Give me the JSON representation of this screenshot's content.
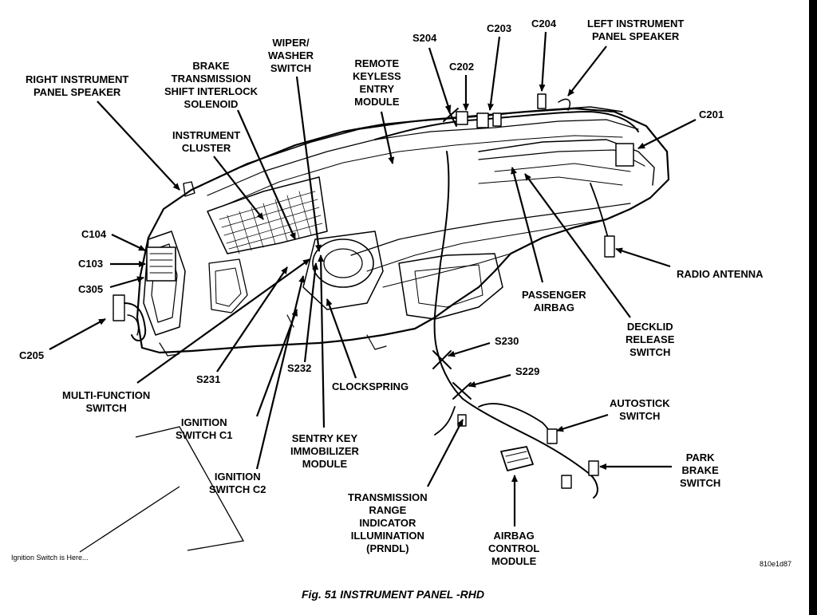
{
  "caption": "Fig. 51 INSTRUMENT PANEL -RHD",
  "figure_code": "810e1d87",
  "note": "Ignition Switch is Here...",
  "labels": {
    "right_speaker": [
      "RIGHT INSTRUMENT",
      "PANEL SPEAKER"
    ],
    "brake_shift": [
      "BRAKE",
      "TRANSMISSION",
      "SHIFT INTERLOCK",
      "SOLENOID"
    ],
    "wiper": [
      "WIPER/",
      "WASHER",
      "SWITCH"
    ],
    "keyless": [
      "REMOTE",
      "KEYLESS",
      "ENTRY",
      "MODULE"
    ],
    "s204": [
      "S204"
    ],
    "c202": [
      "C202"
    ],
    "c203": [
      "C203"
    ],
    "c204": [
      "C204"
    ],
    "left_speaker": [
      "LEFT INSTRUMENT",
      "PANEL SPEAKER"
    ],
    "c201": [
      "C201"
    ],
    "cluster": [
      "INSTRUMENT",
      "CLUSTER"
    ],
    "c104": [
      "C104"
    ],
    "c103": [
      "C103"
    ],
    "c305": [
      "C305"
    ],
    "c205": [
      "C205"
    ],
    "radio_antenna": [
      "RADIO ANTENNA"
    ],
    "passenger_airbag": [
      "PASSENGER",
      "AIRBAG"
    ],
    "decklid": [
      "DECKLID",
      "RELEASE",
      "SWITCH"
    ],
    "s230": [
      "S230"
    ],
    "s229": [
      "S229"
    ],
    "s231": [
      "S231"
    ],
    "s232": [
      "S232"
    ],
    "clockspring": [
      "CLOCKSPRING"
    ],
    "multifunction": [
      "MULTI-FUNCTION",
      "SWITCH"
    ],
    "ign_c1": [
      "IGNITION",
      "SWITCH C1"
    ],
    "sentry": [
      "SENTRY KEY",
      "IMMOBILIZER",
      "MODULE"
    ],
    "ign_c2": [
      "IGNITION",
      "SWITCH C2"
    ],
    "autostick": [
      "AUTOSTICK",
      "SWITCH"
    ],
    "park_brake": [
      "PARK",
      "BRAKE",
      "SWITCH"
    ],
    "trans_range": [
      "TRANSMISSION",
      "RANGE",
      "INDICATOR",
      "ILLUMINATION",
      "(PRNDL)"
    ],
    "airbag_control": [
      "AIRBAG",
      "CONTROL",
      "MODULE"
    ]
  }
}
